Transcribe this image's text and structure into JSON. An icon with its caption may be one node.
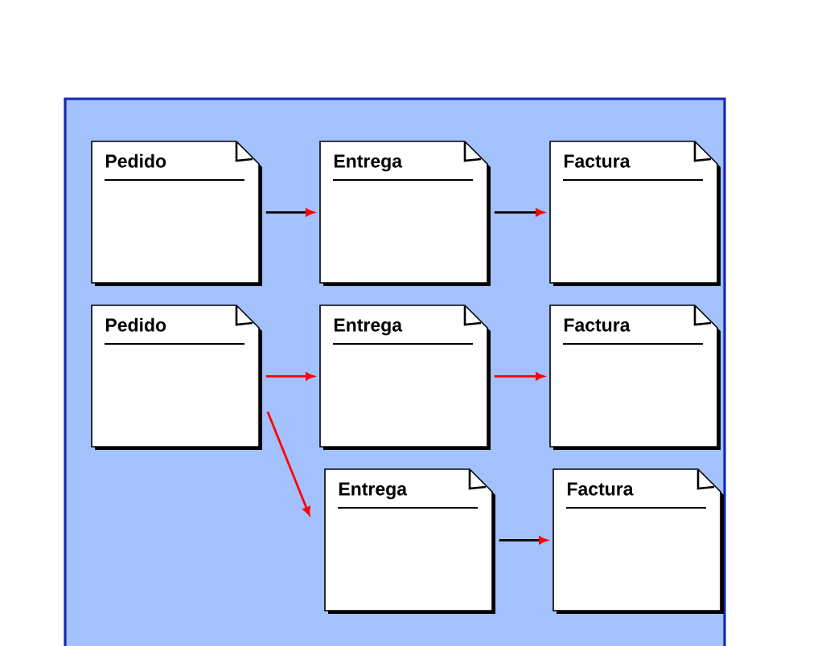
{
  "diagram": {
    "nodes": [
      {
        "text": [
          "Pedido"
        ]
      },
      {
        "text": [
          "Entrega"
        ]
      },
      {
        "text": [
          "Factura"
        ]
      },
      {
        "text": [
          "Pedido"
        ]
      },
      {
        "text": [
          "Entrega"
        ]
      },
      {
        "text": [
          "Factura"
        ]
      },
      {
        "text": [
          "Entrega"
        ]
      },
      {
        "text": [
          "Factura"
        ]
      }
    ],
    "edges": [
      {
        "from": 0,
        "to": 1,
        "arrow": "to"
      },
      {
        "from": 1,
        "to": 2,
        "arrow": "to"
      },
      {
        "from": 3,
        "to": 4,
        "arrow": "to",
        "color": "#ff0000"
      },
      {
        "from": 4,
        "to": 5,
        "arrow": "to",
        "color": "#ff0000"
      },
      {
        "from": 3,
        "to": 6,
        "arrow": "to",
        "color": "#ff0000"
      },
      {
        "from": 6,
        "to": 7,
        "arrow": "to"
      }
    ]
  }
}
